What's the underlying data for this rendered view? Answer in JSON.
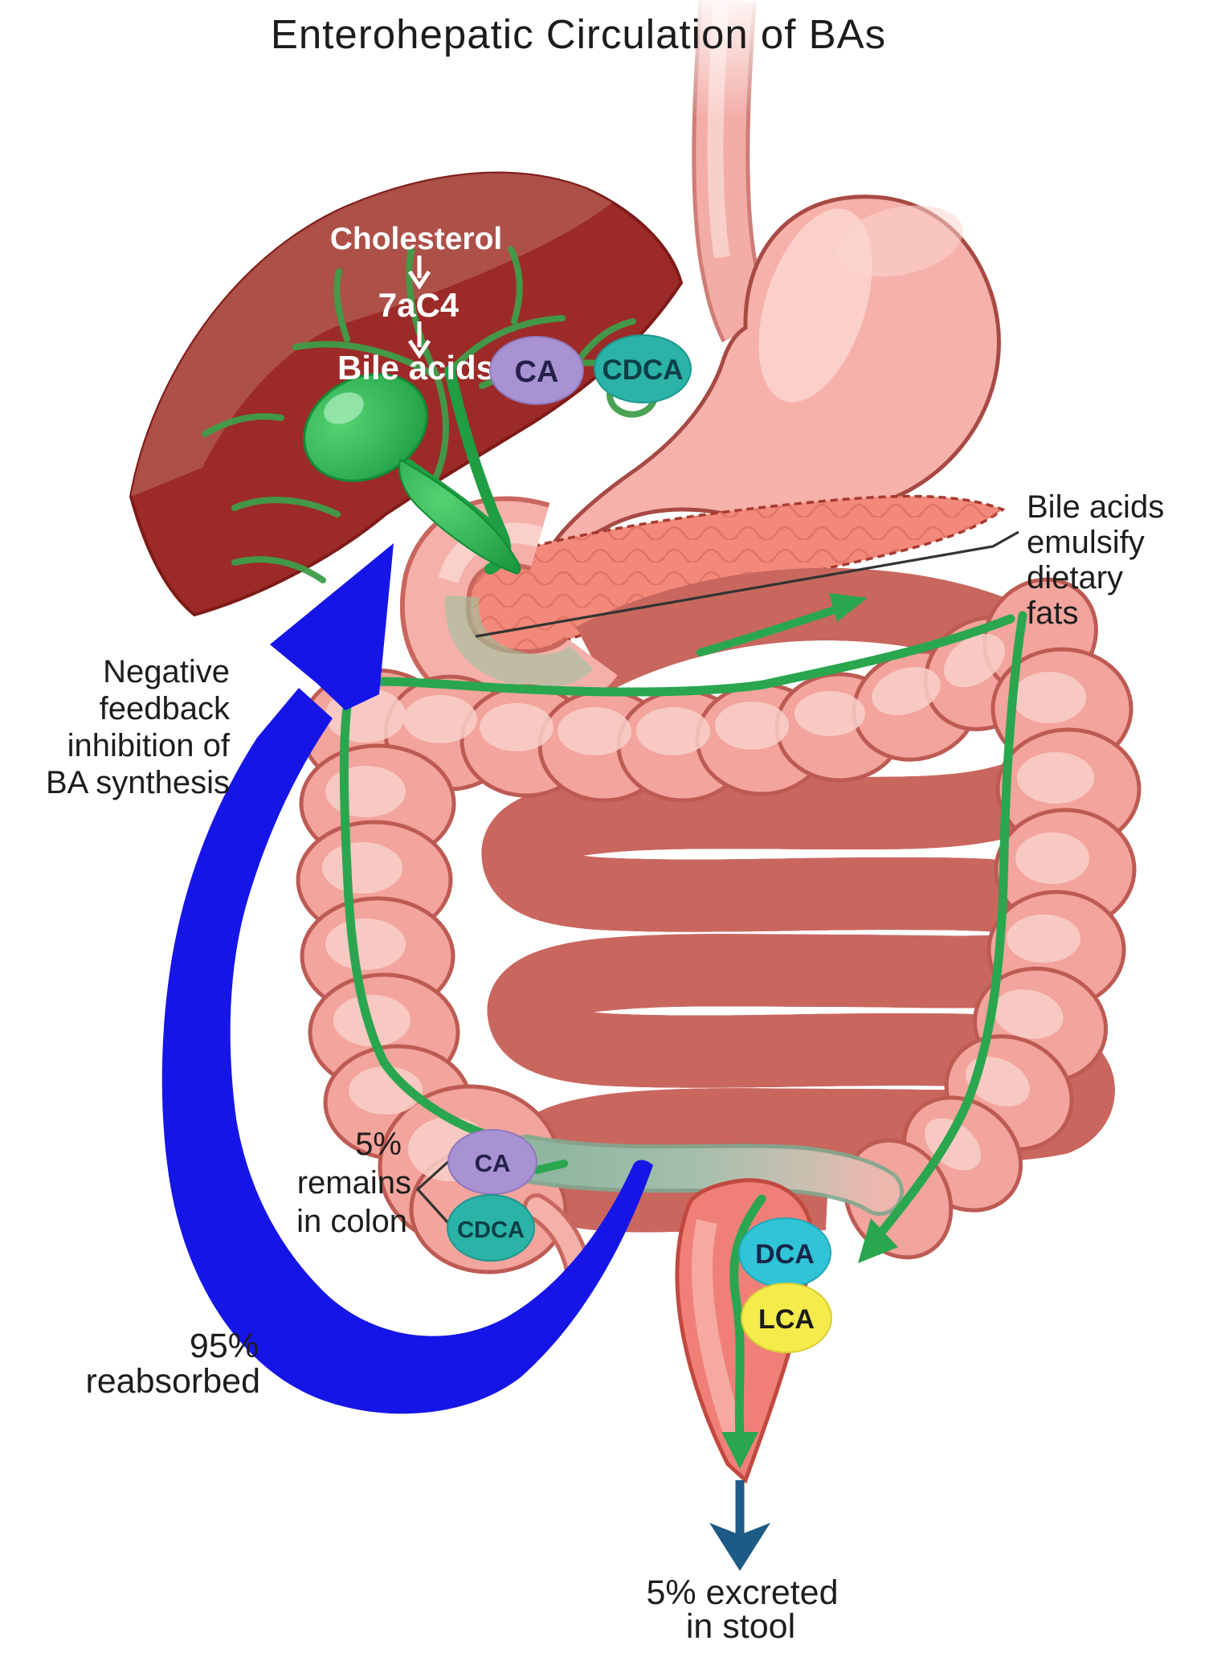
{
  "title": "Enterohepatic Circulation of BAs",
  "pathway": {
    "cholesterol": "Cholesterol",
    "intermediate": "7aC4",
    "product": "Bile acids"
  },
  "badges": {
    "ca_liver": {
      "label": "CA"
    },
    "cdca_liver": {
      "label": "CDCA"
    },
    "ca_colon": {
      "label": "CA"
    },
    "cdca_colon": {
      "label": "CDCA"
    },
    "dca": {
      "label": "DCA"
    },
    "lca": {
      "label": "LCA"
    }
  },
  "labels": {
    "emulsify": {
      "lines": [
        "Bile acids",
        "emulsify",
        "dietary",
        "fats"
      ]
    },
    "negative_feedback": {
      "lines": [
        "Negative",
        "feedback",
        "inhibition of",
        "BA synthesis"
      ]
    },
    "remains_colon": {
      "lines": [
        "5%",
        "remains",
        "in colon"
      ]
    },
    "reabsorbed": {
      "lines": [
        "95%",
        "reabsorbed"
      ]
    },
    "excreted": {
      "lines": [
        "5% excreted",
        "in stool"
      ]
    }
  },
  "colors": {
    "purple": "#a892d2",
    "teal": "#2ab3a6",
    "cyan": "#30c4d6",
    "yellow": "#f5ec4b",
    "flow_green": "#2aa64f",
    "feedback_blue": "#1615e8",
    "excrete_navy": "#1d5b86",
    "liver_red": "#9c2a28",
    "organ_pink": "#f6aba4"
  }
}
